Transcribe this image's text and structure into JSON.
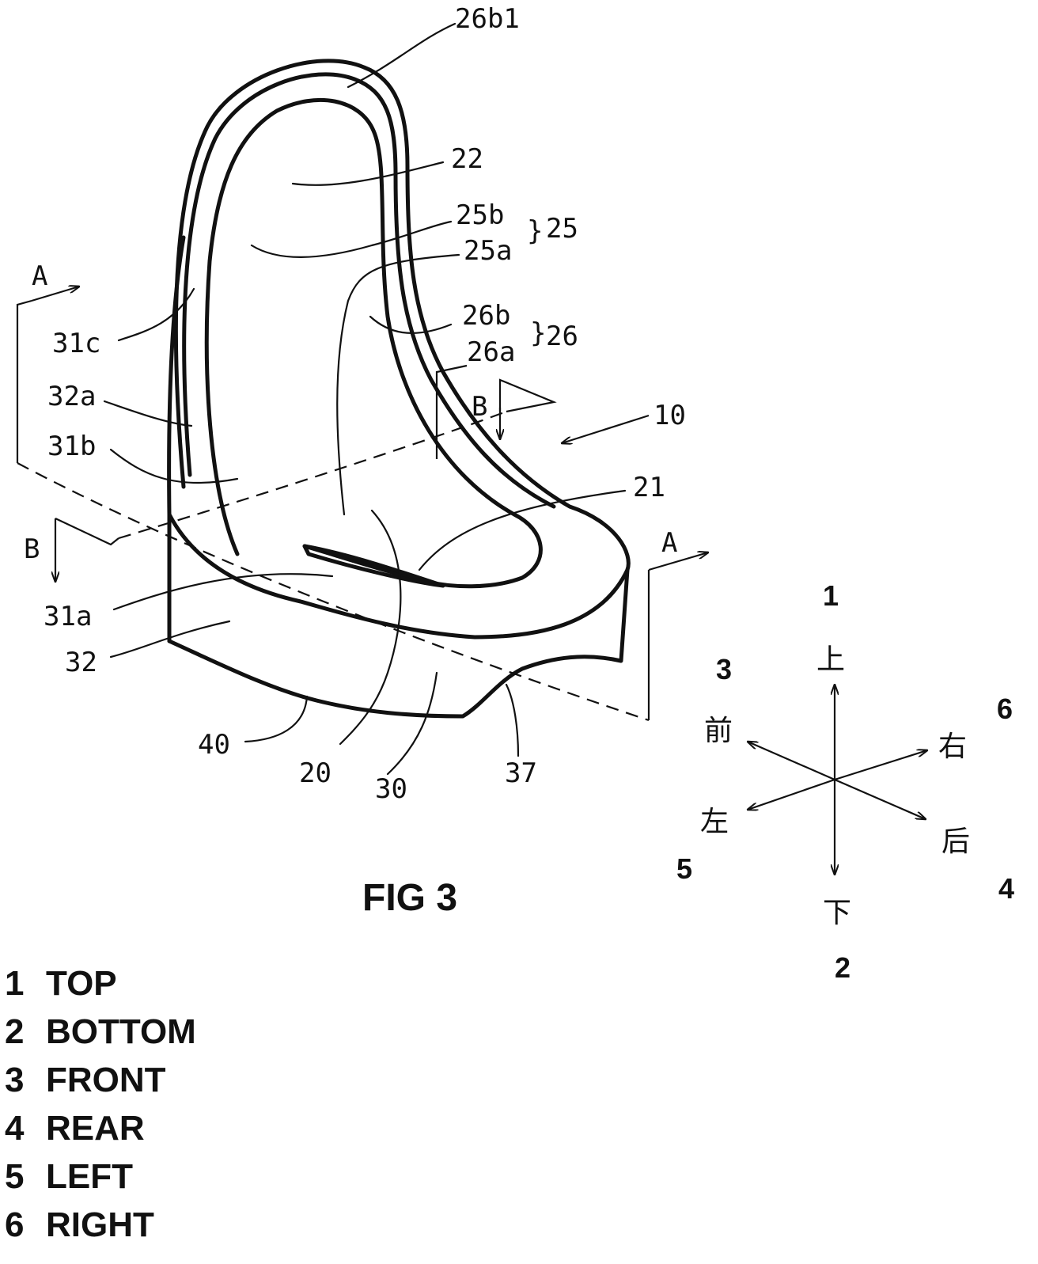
{
  "figure": {
    "caption": "FIG 3",
    "reference_labels": {
      "r26b1": "26b1",
      "r22": "22",
      "r25b": "25b",
      "r25a": "25a",
      "r25": "25",
      "r26b": "26b",
      "r26a": "26a",
      "r26": "26",
      "r10": "10",
      "r21": "21",
      "r31c": "31c",
      "r32a": "32a",
      "r31b": "31b",
      "r31a": "31a",
      "r32": "32",
      "r40": "40",
      "r20": "20",
      "r30": "30",
      "r37": "37"
    },
    "section_labels": {
      "a_top": "A",
      "a_right": "A",
      "b_left": "B",
      "b_right": "B"
    }
  },
  "compass": {
    "up": {
      "number": "1",
      "char": "上"
    },
    "down": {
      "number": "2",
      "char": "下"
    },
    "front": {
      "number": "3",
      "char": "前"
    },
    "rear": {
      "number": "4",
      "char": "后"
    },
    "left": {
      "number": "5",
      "char": "左"
    },
    "right": {
      "number": "6",
      "char": "右"
    }
  },
  "legend": [
    {
      "number": "1",
      "label": "TOP"
    },
    {
      "number": "2",
      "label": "BOTTOM"
    },
    {
      "number": "3",
      "label": "FRONT"
    },
    {
      "number": "4",
      "label": "REAR"
    },
    {
      "number": "5",
      "label": "LEFT"
    },
    {
      "number": "6",
      "label": "RIGHT"
    }
  ]
}
